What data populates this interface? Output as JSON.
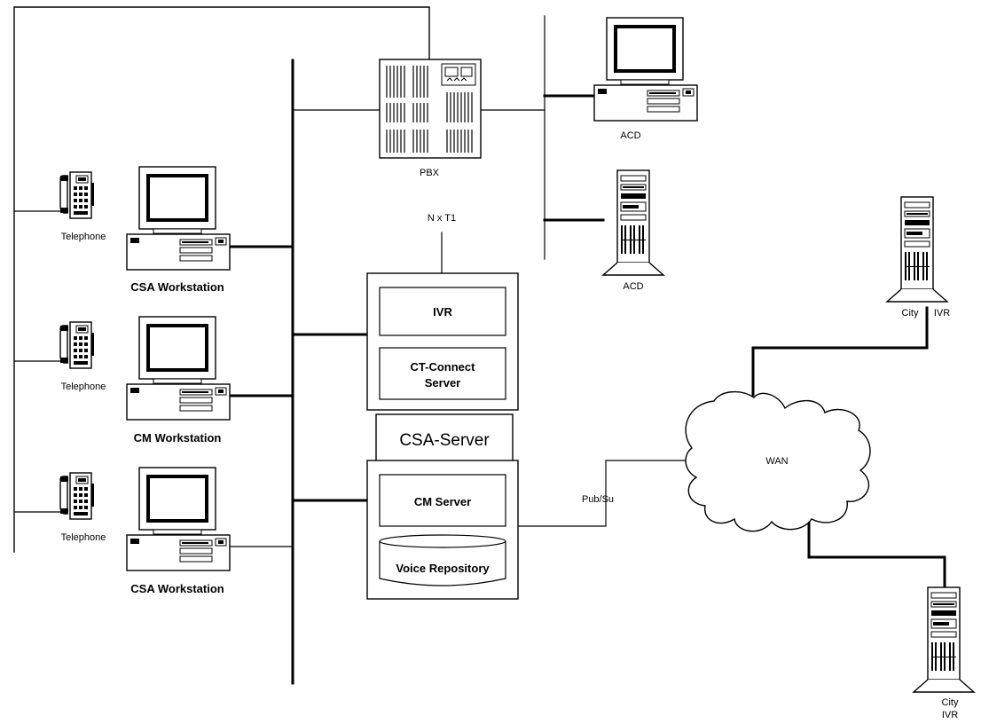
{
  "labels": {
    "telephone_1": "Telephone",
    "telephone_2": "Telephone",
    "telephone_3": "Telephone",
    "csa_workstation_1": "CSA Workstation",
    "cm_workstation": "CM Workstation",
    "csa_workstation_2": "CSA Workstation",
    "pbx": "PBX",
    "n_x_t1": "N x T1",
    "acd_desktop": "ACD",
    "acd_tower": "ACD",
    "ivr": "IVR",
    "ct_connect_line1": "CT-Connect",
    "ct_connect_line2": "Server",
    "csa_server": "CSA-Server",
    "cm_server": "CM Server",
    "voice_repository": "Voice Repository",
    "pub_su": "Pub/Su",
    "wan": "WAN",
    "city_ivr_top_city": "City",
    "city_ivr_top_ivr": "IVR",
    "city_ivr_bottom_city": "City",
    "city_ivr_bottom_ivr": "IVR"
  },
  "icons": {
    "telephone": "telephone-icon",
    "workstation": "desktop-computer-icon",
    "pbx": "pbx-cabinet-icon",
    "tower": "tower-server-icon",
    "cloud": "wan-cloud-icon"
  },
  "colors": {
    "ink": "#000000",
    "background": "#ffffff"
  }
}
